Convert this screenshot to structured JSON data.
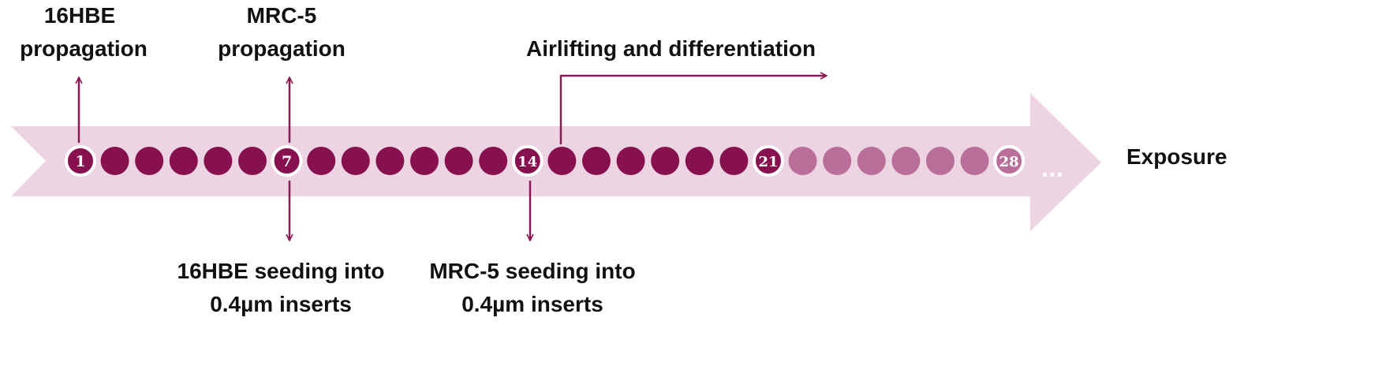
{
  "colors": {
    "band": "#ecd4e2",
    "dot_dark": "#87104f",
    "dot_light": "#ba6f9a",
    "ring": "#ffffff",
    "arrow": "#8a1955",
    "text": "#111111"
  },
  "timeline": {
    "days_shown": 28,
    "labeled_days": [
      1,
      7,
      14,
      21,
      28
    ],
    "dark_through_day": 21,
    "ellipsis": "..."
  },
  "labels": {
    "hbe_prop_line1": "16HBE",
    "hbe_prop_line2": "propagation",
    "mrc_prop_line1": "MRC-5",
    "mrc_prop_line2": "propagation",
    "airlifting": "Airlifting and differentiation",
    "exposure": "Exposure",
    "hbe_seed_line1": "16HBE seeding into",
    "hbe_seed_line2": "0.4µm inserts",
    "mrc_seed_line1": "MRC-5 seeding into",
    "mrc_seed_line2": "0.4µm inserts"
  }
}
